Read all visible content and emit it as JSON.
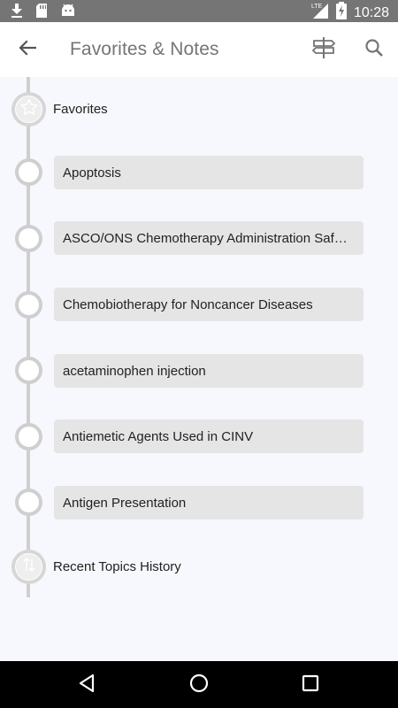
{
  "status_bar": {
    "time": "10:28",
    "network": "LTE",
    "left_icons": [
      "download-icon",
      "sd-card-icon",
      "android-icon"
    ],
    "right_icons": [
      "lte-signal-icon",
      "battery-charging-icon"
    ]
  },
  "app_bar": {
    "title": "Favorites & Notes",
    "back_icon": "arrow-left-icon",
    "signpost_icon": "signpost-icon",
    "search_icon": "search-icon"
  },
  "sections": {
    "favorites": {
      "label": "Favorites",
      "icon": "star-icon"
    },
    "recent": {
      "label": "Recent Topics History",
      "icon": "swap-vertical-icon"
    }
  },
  "favorites": [
    {
      "label": "Apoptosis"
    },
    {
      "label": "ASCO/ONS Chemotherapy Administration Safety Standards"
    },
    {
      "label": "Chemobiotherapy for Noncancer Diseases"
    },
    {
      "label": "acetaminophen injection"
    },
    {
      "label": "Antiemetic Agents Used in CINV"
    },
    {
      "label": "Antigen Presentation"
    }
  ],
  "nav_bar": {
    "back_icon": "triangle-back-icon",
    "home_icon": "circle-home-icon",
    "recents_icon": "square-recents-icon"
  },
  "colors": {
    "status_bar": "#757575",
    "app_bar": "#ffffff",
    "content_bg": "#f7f8fd",
    "card_bg": "#e5e5e6",
    "timeline": "#cfcfcf",
    "title_text": "#757575"
  }
}
